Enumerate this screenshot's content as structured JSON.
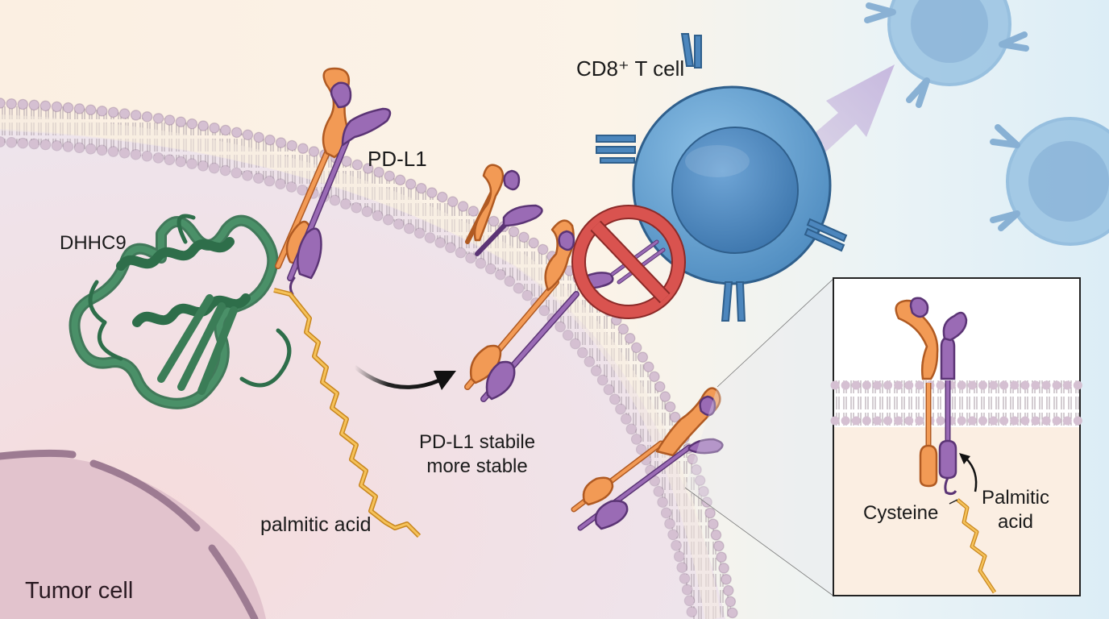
{
  "figure": {
    "type": "biological-mechanism-diagram",
    "labels": {
      "t_cell": "CD8⁺ T cell",
      "pd_l1": "PD-L1",
      "enzyme": "DHHC9",
      "stable_line1": "PD-L1 stabile",
      "stable_line2": "more stable",
      "palmitic_acid": "palmitic acid",
      "tumor_cell": "Tumor cell",
      "inset_cysteine": "Cysteine",
      "inset_palmitic_line1": "Palmitic",
      "inset_palmitic_line2": "acid"
    },
    "elements": [
      "cell-membrane-bilayer",
      "dhhc9-protein-ribbon",
      "pd-l1-dimer",
      "palmitic-acid-chain",
      "inhibition-symbol",
      "cd8-t-cell",
      "distant-t-cells",
      "zoom-inset"
    ],
    "colors": {
      "protein_orange": "#f29a55",
      "protein_purple": "#9a6bb5",
      "enzyme_green": "#2e6e4a",
      "lipid_yellow": "#f2b84a",
      "membrane_head": "#cdb6c9",
      "t_cell_blue": "#6aa3cf",
      "inhibit_red": "#d9534f"
    }
  }
}
